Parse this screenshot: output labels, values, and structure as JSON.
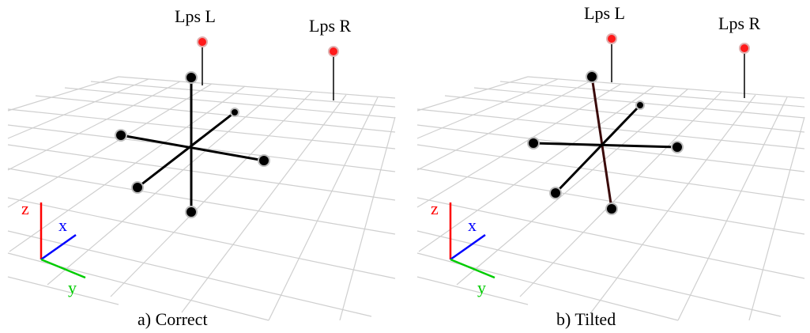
{
  "panels": [
    {
      "caption": "a) Correct",
      "marker_left_label": "Lps L",
      "marker_right_label": "Lps R",
      "axis_labels": {
        "x": "x",
        "y": "y",
        "z": "z"
      }
    },
    {
      "caption": "b) Tilted",
      "marker_left_label": "Lps L",
      "marker_right_label": "Lps R",
      "axis_labels": {
        "x": "x",
        "y": "y",
        "z": "z"
      }
    }
  ],
  "colors": {
    "grid": "#cfcfcf",
    "marker": "#ff1a1a",
    "skeleton": "#000000",
    "tilted_vertical": "#3a0a0a",
    "axis_x": "#0000ff",
    "axis_y": "#00cc00",
    "axis_z": "#ff0000"
  }
}
